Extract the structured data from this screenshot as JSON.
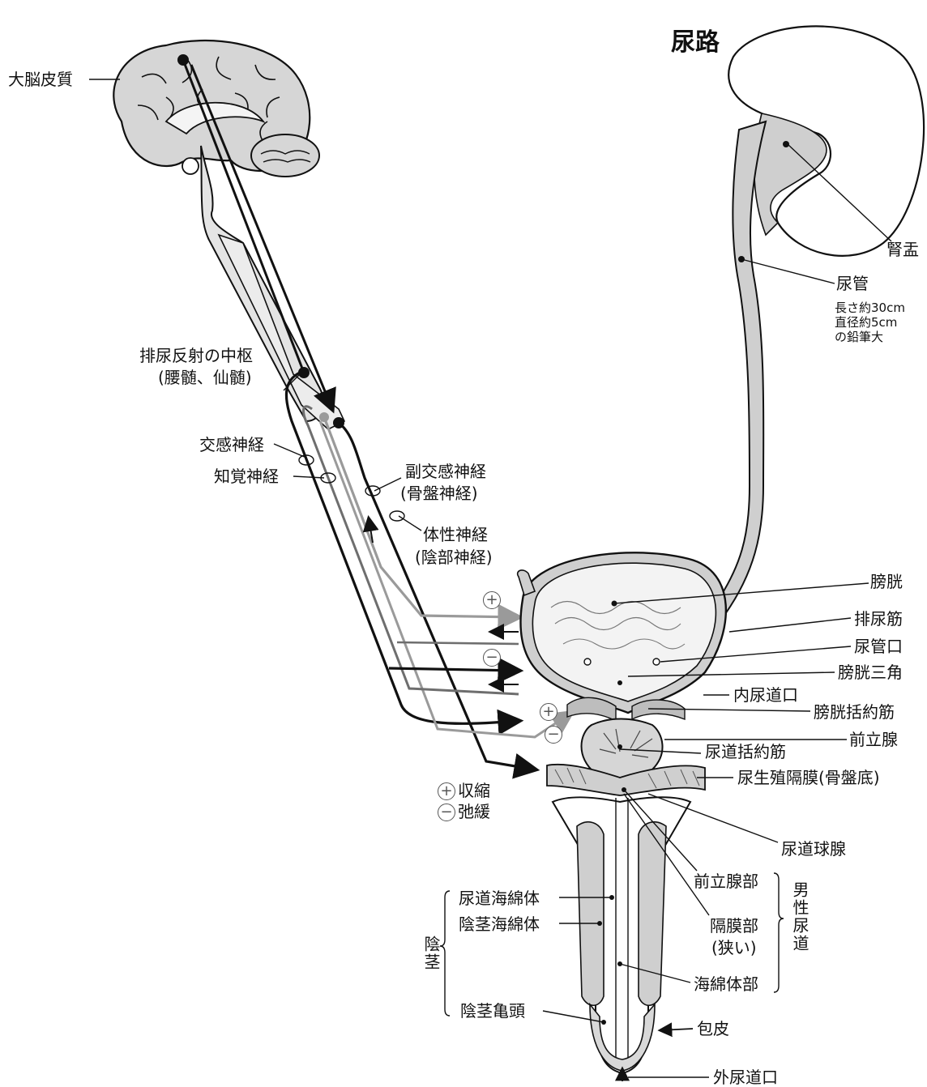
{
  "title": "尿路",
  "labels": {
    "cerebral_cortex": "大脳皮質",
    "micturition_center": "排尿反射の中枢",
    "micturition_center_sub": "(腰髄、仙髄)",
    "sympathetic": "交感神経",
    "sensory": "知覚神経",
    "parasympathetic": "副交感神経",
    "parasympathetic_sub": "(骨盤神経)",
    "somatic": "体性神経",
    "somatic_sub": "(陰部神経)",
    "renal_pelvis": "腎盂",
    "ureter": "尿管",
    "ureter_note1": "長さ約30cm",
    "ureter_note2": "直径約5cm",
    "ureter_note3": "の鉛筆大",
    "bladder": "膀胱",
    "detrusor": "排尿筋",
    "ureteral_orifice": "尿管口",
    "trigone": "膀胱三角",
    "internal_urethral_orifice": "内尿道口",
    "bladder_sphincter": "膀胱括約筋",
    "prostate": "前立腺",
    "urethral_sphincter": "尿道括約筋",
    "urogenital_diaphragm": "尿生殖隔膜(骨盤底)",
    "bulbourethral_gland": "尿道球腺",
    "prostatic_part": "前立腺部",
    "membranous_part": "隔膜部",
    "membranous_note": "(狭い)",
    "spongy_part": "海綿体部",
    "male_urethra": "男性尿道",
    "corpus_spongiosum": "尿道海綿体",
    "corpus_cavernosum": "陰茎海綿体",
    "penis": "陰茎",
    "glans": "陰茎亀頭",
    "foreskin": "包皮",
    "external_urethral_orifice": "外尿道口",
    "legend_contract": "収縮",
    "legend_relax": "弛緩",
    "plus": "+",
    "minus": "−"
  },
  "colors": {
    "ink": "#111111",
    "tissue_gray": "#cfcfcf",
    "tissue_light": "#e4e4e4",
    "nerve_gray": "#9a9a9a",
    "nerve_mid": "#6e6e6e"
  }
}
